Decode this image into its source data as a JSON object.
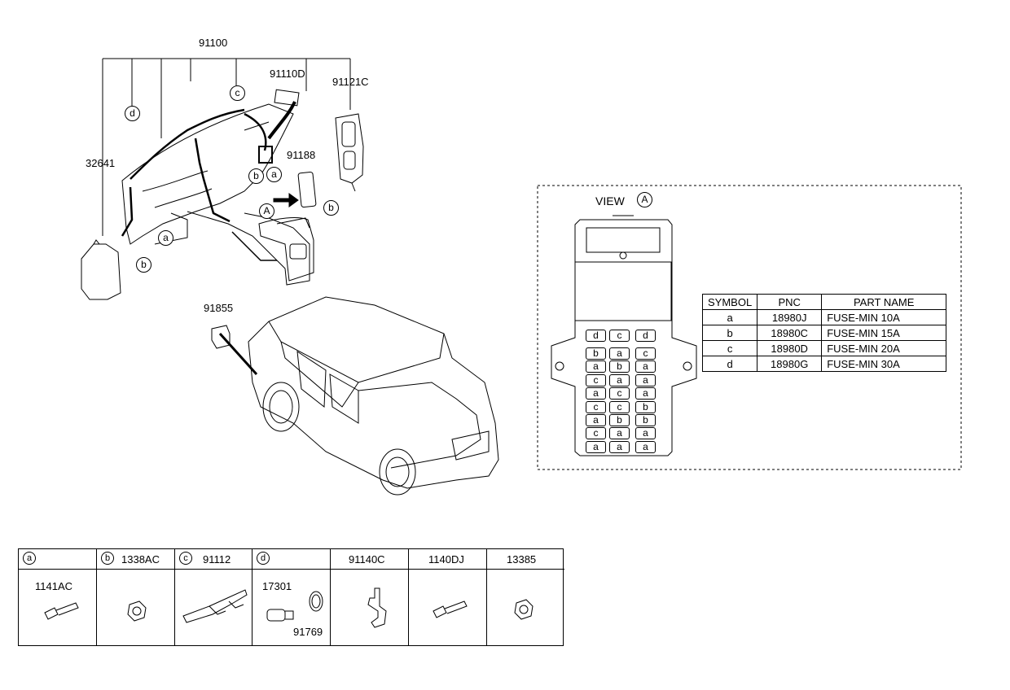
{
  "part_labels": {
    "main_harness": "91100",
    "left_bracket": "32641",
    "mid_upper_part": "91110D",
    "right_part": "91121C",
    "relay_module": "91188",
    "small_box": "91855"
  },
  "callouts": {
    "d": "d",
    "c": "c",
    "b": "b",
    "a": "a",
    "A": "A"
  },
  "view": {
    "title": "VIEW",
    "marker": "A",
    "fuse_rows": [
      [
        "d",
        "c",
        "d"
      ],
      [
        "b",
        "a",
        "c"
      ],
      [
        "a",
        "b",
        "a"
      ],
      [
        "c",
        "a",
        "a"
      ],
      [
        "a",
        "c",
        "a"
      ],
      [
        "c",
        "c",
        "b"
      ],
      [
        "a",
        "b",
        "b"
      ],
      [
        "c",
        "a",
        "a"
      ],
      [
        "a",
        "a",
        "a"
      ]
    ]
  },
  "legend": {
    "headers": [
      "SYMBOL",
      "PNC",
      "PART NAME"
    ],
    "rows": [
      [
        "a",
        "18980J",
        "FUSE-MIN 10A"
      ],
      [
        "b",
        "18980C",
        "FUSE-MIN 15A"
      ],
      [
        "c",
        "18980D",
        "FUSE-MIN 20A"
      ],
      [
        "d",
        "18980G",
        "FUSE-MIN 30A"
      ]
    ]
  },
  "parts_table": {
    "columns": [
      {
        "symbol": "a",
        "code": "",
        "subs": [
          "1141AC"
        ]
      },
      {
        "symbol": "b",
        "code": "1338AC",
        "subs": []
      },
      {
        "symbol": "c",
        "code": "91112",
        "subs": []
      },
      {
        "symbol": "d",
        "code": "",
        "subs": [
          "17301",
          "91769"
        ]
      },
      {
        "symbol": "",
        "code": "91140C",
        "subs": []
      },
      {
        "symbol": "",
        "code": "1140DJ",
        "subs": []
      },
      {
        "symbol": "",
        "code": "13385",
        "subs": []
      }
    ]
  }
}
